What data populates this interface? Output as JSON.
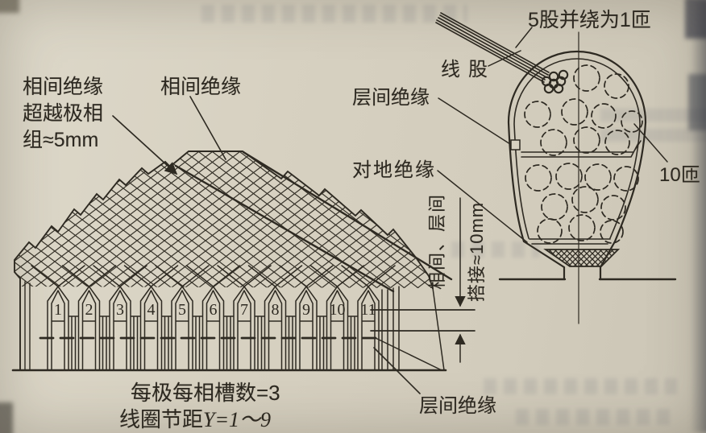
{
  "page": {
    "ink_color": "#2e2a22",
    "paper_color": "#d7d1c1"
  },
  "left_diagram": {
    "labels": {
      "overhang_note_line1": "相间绝缘",
      "overhang_note_line2": "超越极相",
      "overhang_note_line3": "组≈5mm",
      "phase_insulation": "相间绝缘",
      "interlayer_insulation": "层间绝缘",
      "slots_note": "每极每相槽数=3",
      "pitch_note_prefix": "线圈节距",
      "pitch_note_formula": "Y=1～9"
    },
    "slot_numbers": [
      "1",
      "2",
      "3",
      "4",
      "5",
      "6",
      "7",
      "8",
      "9",
      "10",
      "11"
    ]
  },
  "dimension_note": {
    "line_a": "相间、层间",
    "line_b": "搭接≈10mm"
  },
  "right_diagram": {
    "labels": {
      "strands_per_turn": "5股并绕为1匝",
      "wire_strand": "线股",
      "interlayer_insulation": "层间绝缘",
      "ground_insulation": "对地绝缘",
      "turns": "10匝"
    }
  }
}
